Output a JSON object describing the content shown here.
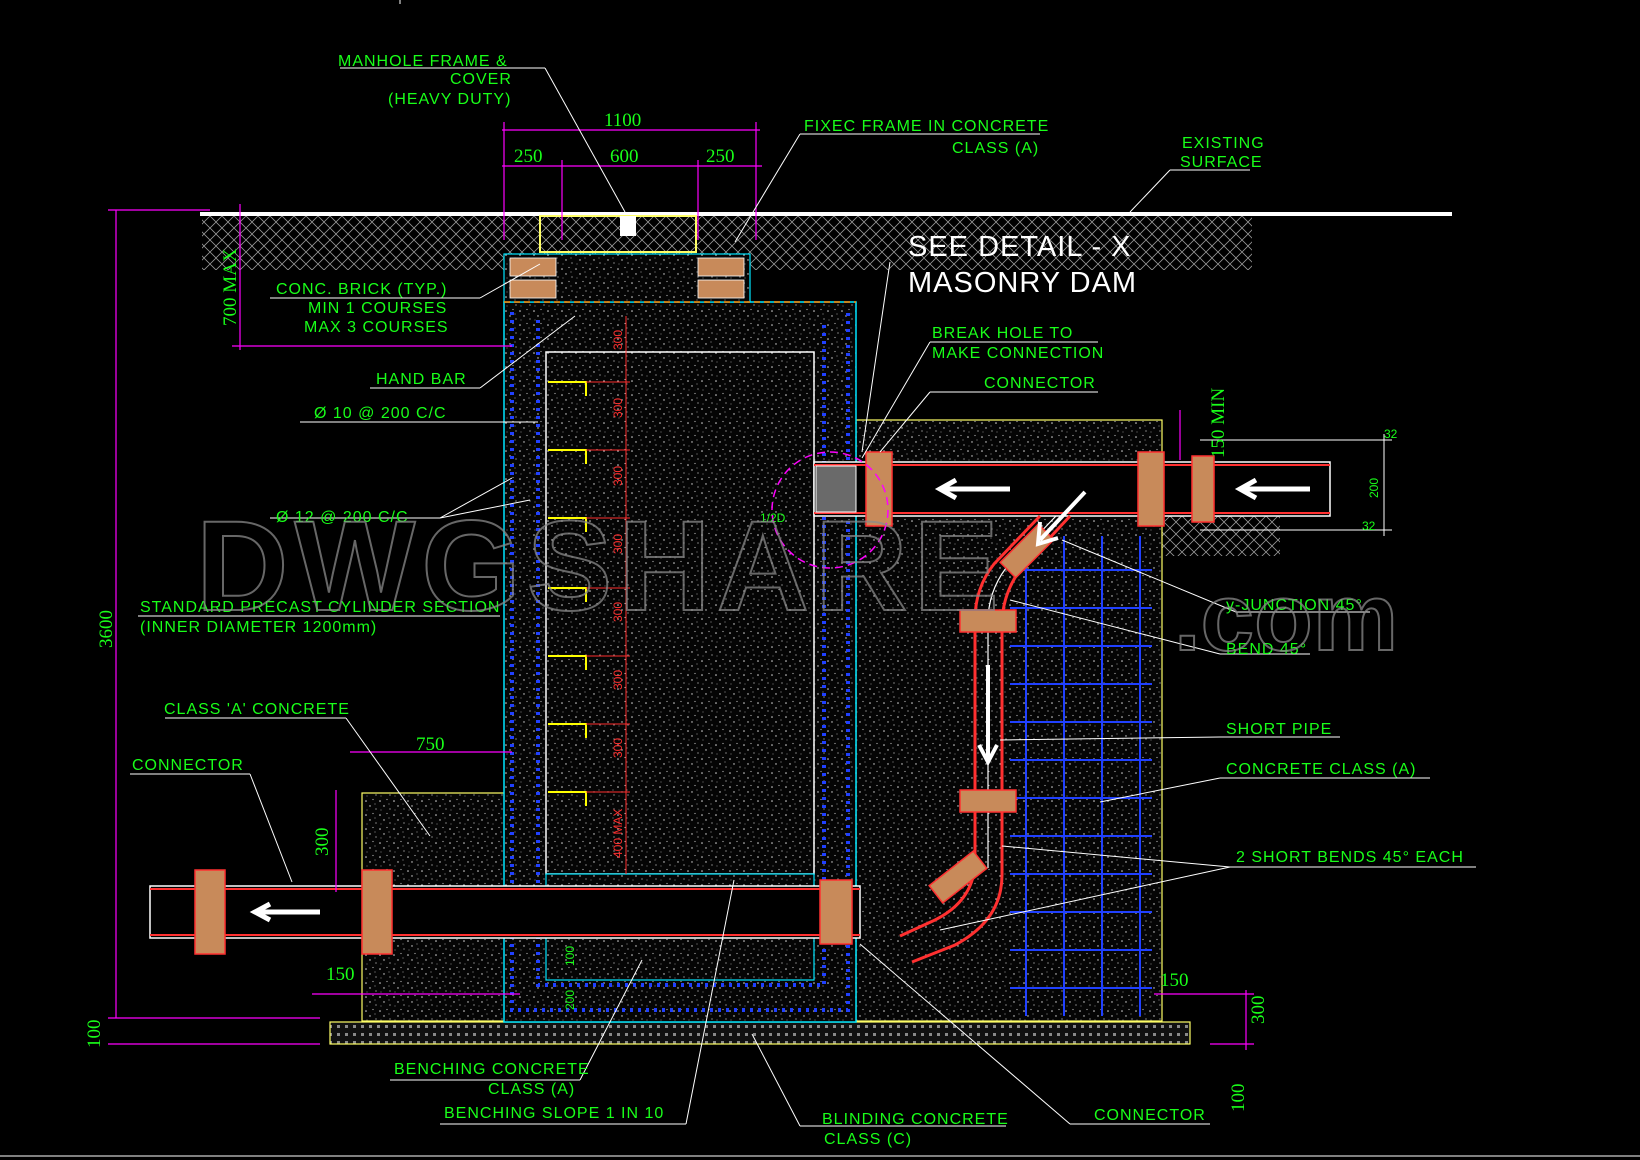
{
  "drawing": {
    "annotations": {
      "manhole_frame_1": "MANHOLE FRAME &",
      "manhole_frame_2": "COVER",
      "manhole_frame_3": "(HEAVY DUTY)",
      "fixec_frame_1": "FIXEC FRAME IN CONCRETE",
      "fixec_frame_2": "CLASS (A)",
      "existing_1": "EXISTING",
      "existing_2": "SURFACE",
      "see_detail": "SEE DETAIL - X",
      "masonry_dam": "MASONRY DAM",
      "conc_brick_1": "CONC. BRICK (TYP.)",
      "conc_brick_2": "MIN 1 COURSES",
      "conc_brick_3": "MAX 3 COURSES",
      "hand_bar": "HAND BAR",
      "rebar_10": "Ø 10 @ 200 C/C",
      "rebar_12": "Ø 12 @ 200 C/C",
      "break_hole_1": "BREAK HOLE TO",
      "break_hole_2": "MAKE CONNECTION",
      "connector_top": "CONNECTOR",
      "precast_1": "STANDARD PRECAST CYLINDER SECTION",
      "precast_2": "(INNER DIAMETER 1200mm)",
      "y_junction": "y-JUNCTION 45°",
      "bend": "BEND 45°",
      "short_pipe": "SHORT PIPE",
      "concrete_class_a": "CONCRETE CLASS (A)",
      "class_a_concrete": "CLASS 'A' CONCRETE",
      "connector_left": "CONNECTOR",
      "short_bends": "2 SHORT BENDS 45° EACH",
      "benching_1": "BENCHING CONCRETE",
      "benching_2": "CLASS (A)",
      "benching_slope": "BENCHING SLOPE 1 IN 10",
      "blinding_1": "BLINDING CONCRETE",
      "blinding_2": "CLASS (C)",
      "connector_bottom": "CONNECTOR",
      "half_d": "1/2D"
    },
    "dimensions": {
      "d1100": "1100",
      "d250a": "250",
      "d600": "600",
      "d250b": "250",
      "d700max": "700 MAX",
      "d3600": "3600",
      "d750": "750",
      "d300_left": "300",
      "d150_left": "150",
      "d100_left": "100",
      "d150min": "150 MIN",
      "d32_top": "32",
      "d200_pipe": "200",
      "d32_bot": "32",
      "d150_right": "150",
      "d300_right": "300",
      "d100_right": "100",
      "d100_bench": "100",
      "d200_bench": "200",
      "rung_spacing": "300",
      "rung_last": "400 MAX"
    },
    "watermark": {
      "main": "DWGSHARE",
      "suffix": ".com"
    }
  }
}
